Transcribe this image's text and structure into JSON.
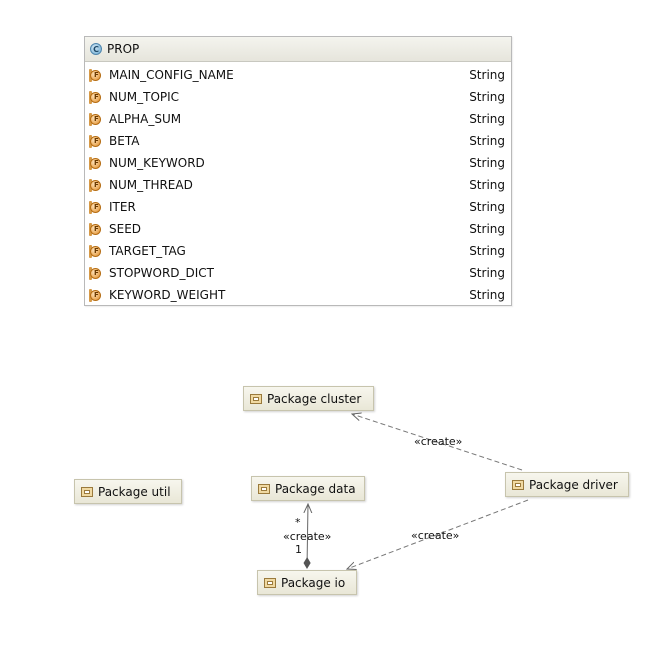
{
  "class": {
    "name": "PROP",
    "icon": "class-icon",
    "attributes": [
      {
        "name": "MAIN_CONFIG_NAME",
        "type": "String"
      },
      {
        "name": "NUM_TOPIC",
        "type": "String"
      },
      {
        "name": "ALPHA_SUM",
        "type": "String"
      },
      {
        "name": "BETA",
        "type": "String"
      },
      {
        "name": "NUM_KEYWORD",
        "type": "String"
      },
      {
        "name": "NUM_THREAD",
        "type": "String"
      },
      {
        "name": "ITER",
        "type": "String"
      },
      {
        "name": "SEED",
        "type": "String"
      },
      {
        "name": "TARGET_TAG",
        "type": "String"
      },
      {
        "name": "STOPWORD_DICT",
        "type": "String"
      },
      {
        "name": "KEYWORD_WEIGHT",
        "type": "String"
      }
    ]
  },
  "packages": {
    "cluster": "Package cluster",
    "data": "Package data",
    "util": "Package util",
    "driver": "Package driver",
    "io": "Package io"
  },
  "connectors": {
    "driver_cluster": "«create»",
    "driver_io": "«create»",
    "io_data": "«create»",
    "io_data_multiplicity_source": "1",
    "io_data_multiplicity_target": "*"
  },
  "colors": {
    "package_fill": "#ece9d8",
    "package_border": "#c7c4ad",
    "connector": "#777777"
  }
}
